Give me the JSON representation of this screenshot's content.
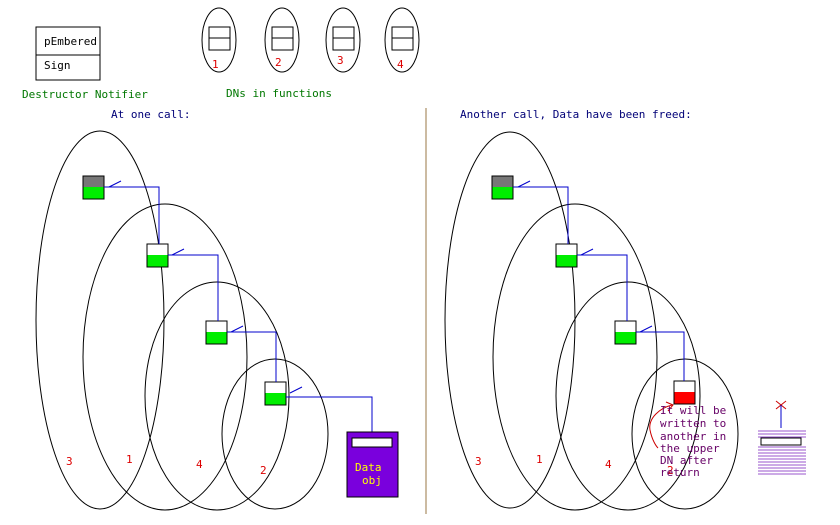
{
  "legend": {
    "destructor_box": {
      "top_label": "pEmbered",
      "bottom_label": "Sign"
    },
    "destructor_caption": "Destructor Notifier",
    "dn_numbers": [
      "1",
      "2",
      "3",
      "4"
    ],
    "dn_caption": "DNs in functions"
  },
  "left_panel": {
    "title": "At one call:",
    "frame_labels": [
      "3",
      "1",
      "4",
      "2"
    ],
    "data_obj_label_1": "Data",
    "data_obj_label_2": "obj"
  },
  "right_panel": {
    "title": "Another call, Data have been freed:",
    "frame_labels": [
      "3",
      "1",
      "4",
      "2"
    ],
    "annotation_lines": [
      "It will be",
      "written to",
      "another in",
      "the upper",
      "DN after",
      "return"
    ]
  },
  "colors": {
    "ellipse_stroke": "#000000",
    "connector_line": "#0000cc",
    "dn_active_fill": "#00ee00",
    "dn_outer_fill": "#777777",
    "dn_invalid_fill": "#ff0000",
    "data_obj_fill": "#7a00dd",
    "divider": "#997744",
    "annotation_arrow": "#cc0000"
  }
}
